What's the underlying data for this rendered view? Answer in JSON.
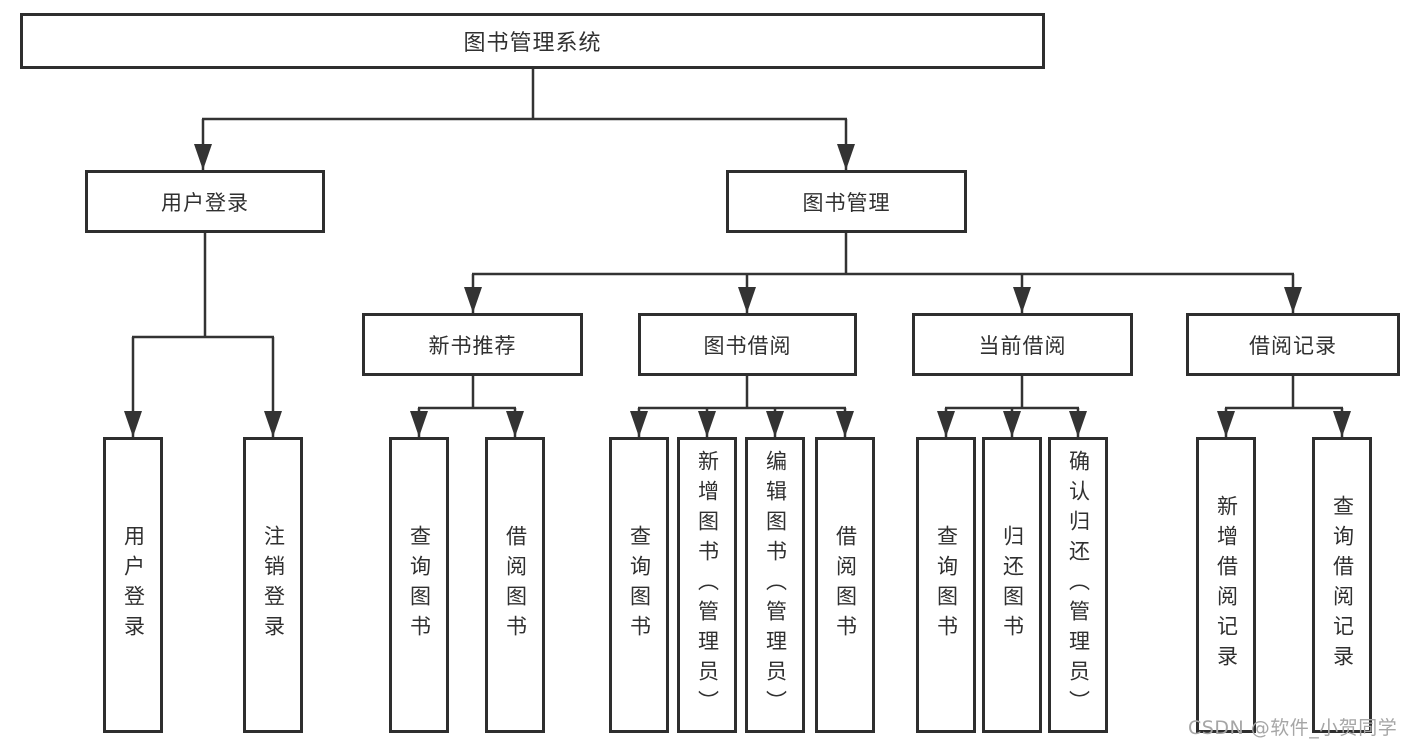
{
  "tree": {
    "root": {
      "label": "图书管理系统"
    },
    "children": [
      {
        "label": "用户登录",
        "children": [
          {
            "label": "用户登录"
          },
          {
            "label": "注销登录"
          }
        ]
      },
      {
        "label": "图书管理",
        "children": [
          {
            "label": "新书推荐",
            "children": [
              {
                "label": "查询图书"
              },
              {
                "label": "借阅图书"
              }
            ]
          },
          {
            "label": "图书借阅",
            "children": [
              {
                "label": "查询图书"
              },
              {
                "label": "新增图书（管理员）"
              },
              {
                "label": "编辑图书（管理员）"
              },
              {
                "label": "借阅图书"
              }
            ]
          },
          {
            "label": "当前借阅",
            "children": [
              {
                "label": "查询图书"
              },
              {
                "label": "归还图书"
              },
              {
                "label": "确认归还（管理员）"
              }
            ]
          },
          {
            "label": "借阅记录",
            "children": [
              {
                "label": "新增借阅记录"
              },
              {
                "label": "查询借阅记录"
              }
            ]
          }
        ]
      }
    ]
  },
  "watermark": {
    "text": "CSDN @软件_小贺同学"
  },
  "colors": {
    "line": "#333333",
    "box_border": "#2e2e2e",
    "text": "#303030",
    "watermark": "#a6a6a6",
    "background": "#ffffff"
  }
}
